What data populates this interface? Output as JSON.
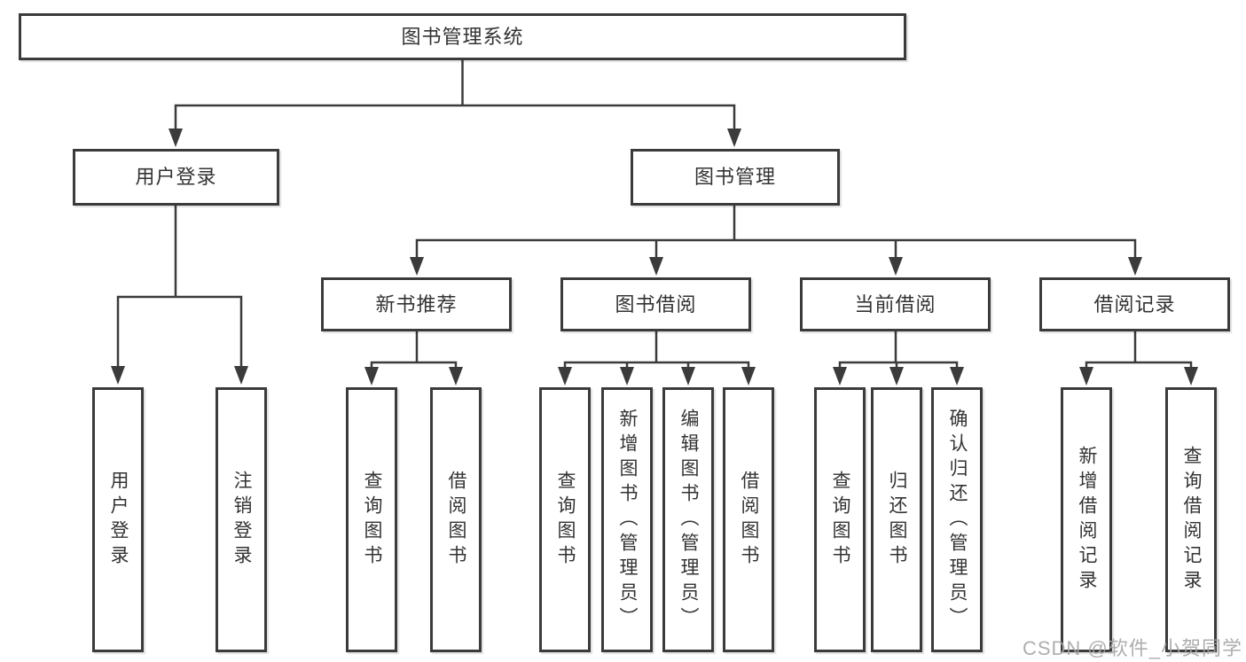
{
  "diagram": {
    "root": "图书管理系统",
    "branches": [
      {
        "label": "用户登录",
        "leaves": [
          "用户登录",
          "注销登录"
        ]
      },
      {
        "label": "图书管理",
        "sub": [
          {
            "label": "新书推荐",
            "leaves": [
              "查询图书",
              "借阅图书"
            ]
          },
          {
            "label": "图书借阅",
            "leaves": [
              "查询图书",
              "新增图书（管理员）",
              "编辑图书（管理员）",
              "借阅图书"
            ]
          },
          {
            "label": "当前借阅",
            "leaves": [
              "查询图书",
              "归还图书",
              "确认归还（管理员）"
            ]
          },
          {
            "label": "借阅记录",
            "leaves": [
              "新增借阅记录",
              "查询借阅记录"
            ]
          }
        ]
      }
    ],
    "watermark": "CSDN @软件_小贺同学",
    "colors": {
      "line": "#3b3b3b",
      "text": "#333333",
      "watermark": "#a5a5a5",
      "background": "#ffffff"
    }
  }
}
